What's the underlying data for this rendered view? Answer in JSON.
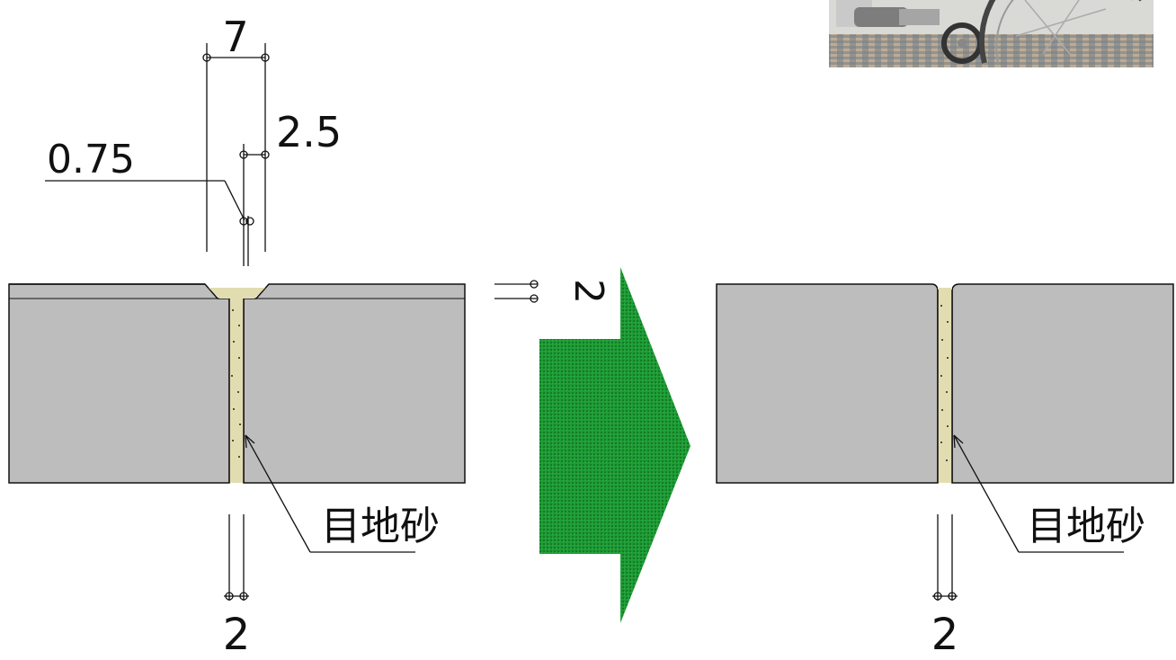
{
  "left_detail": {
    "dim_top_width": "7",
    "dim_chamfer": "2.5",
    "dim_gap_top": "0.75",
    "dim_chamfer_depth": "2",
    "dim_joint_width": "2",
    "joint_label": "目地砂"
  },
  "right_detail": {
    "dim_joint_width": "2",
    "joint_label": "目地砂"
  },
  "colors": {
    "paver": "#bdbdbd",
    "joint_sand": "#e2ddb1",
    "arrow": "#1e9a34",
    "line": "#111111"
  },
  "icons": {
    "arrow": "right-arrow-icon",
    "photo": "wheelchair-photo"
  }
}
